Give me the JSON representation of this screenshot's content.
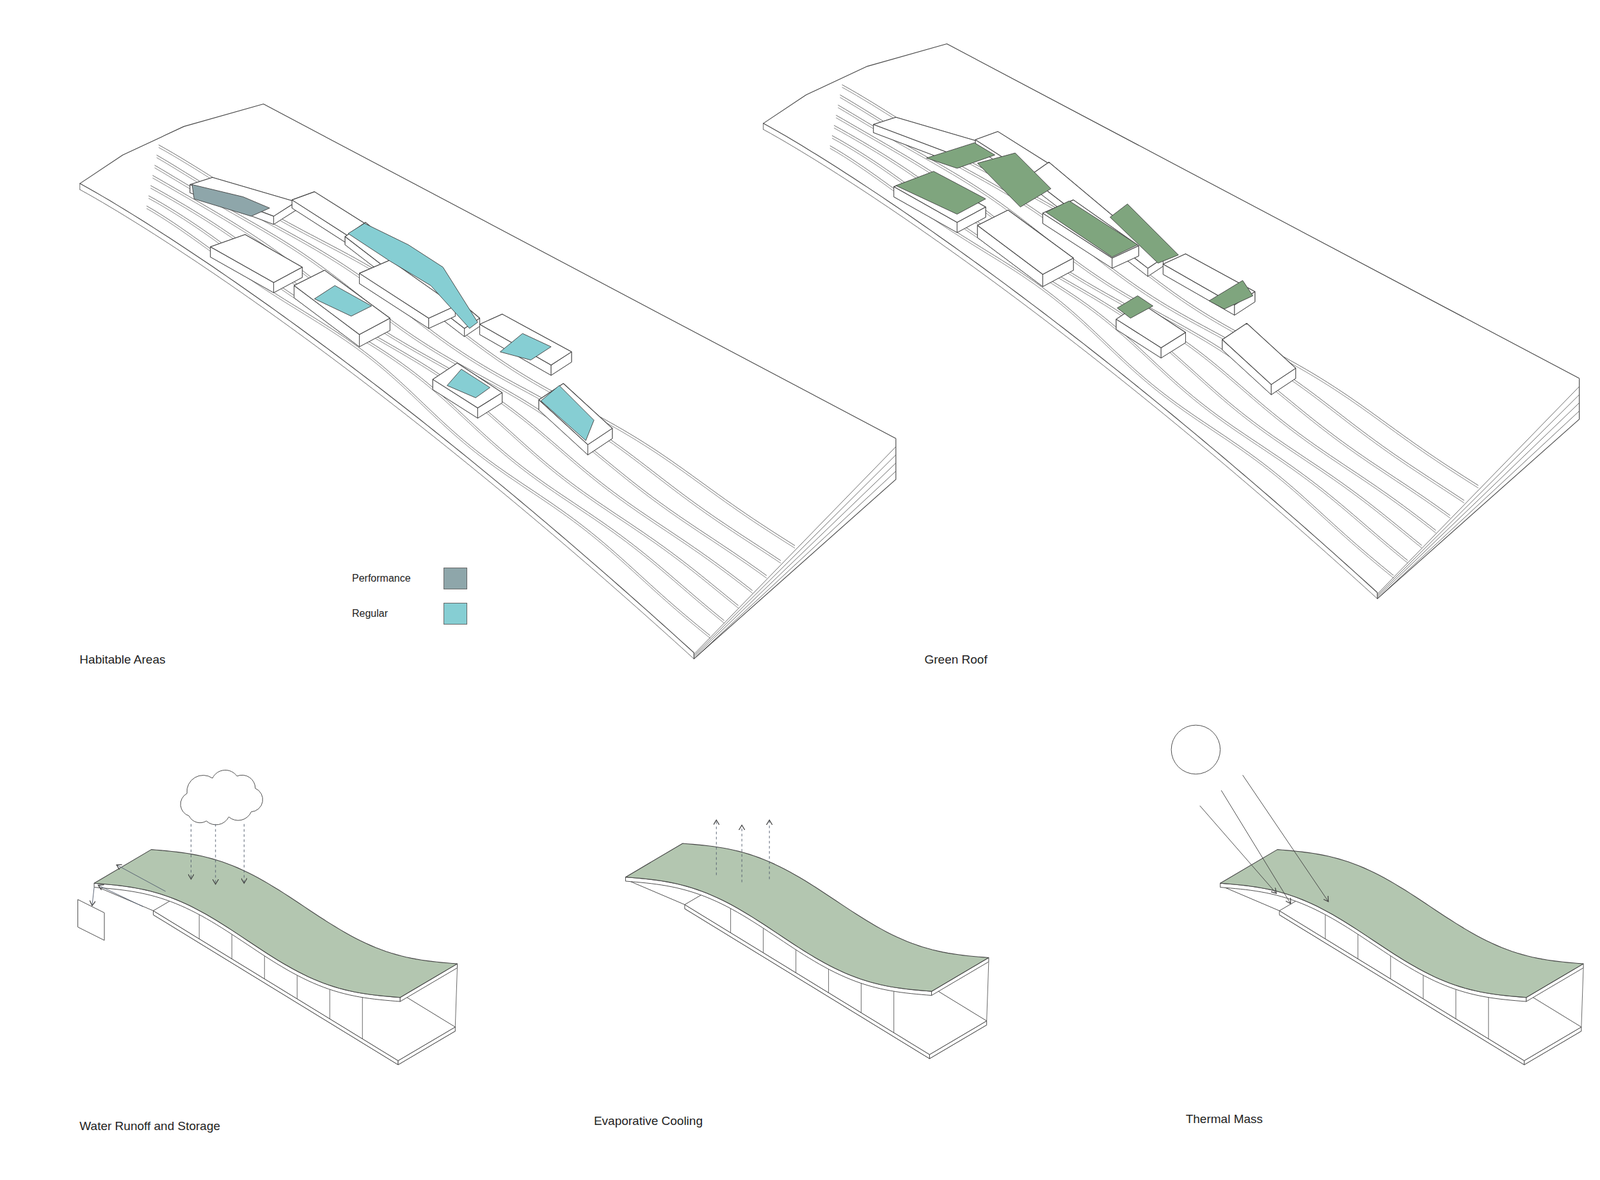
{
  "diagram": {
    "labels": [
      "Habitable Areas",
      "Green Roof",
      "Water Runoff and Storage",
      "Evaporative Cooling",
      "Thermal Mass"
    ],
    "legend": [
      {
        "text": "Performance",
        "color": "#8ea6aa"
      },
      {
        "text": "Regular",
        "color": "#86ced3"
      }
    ]
  }
}
